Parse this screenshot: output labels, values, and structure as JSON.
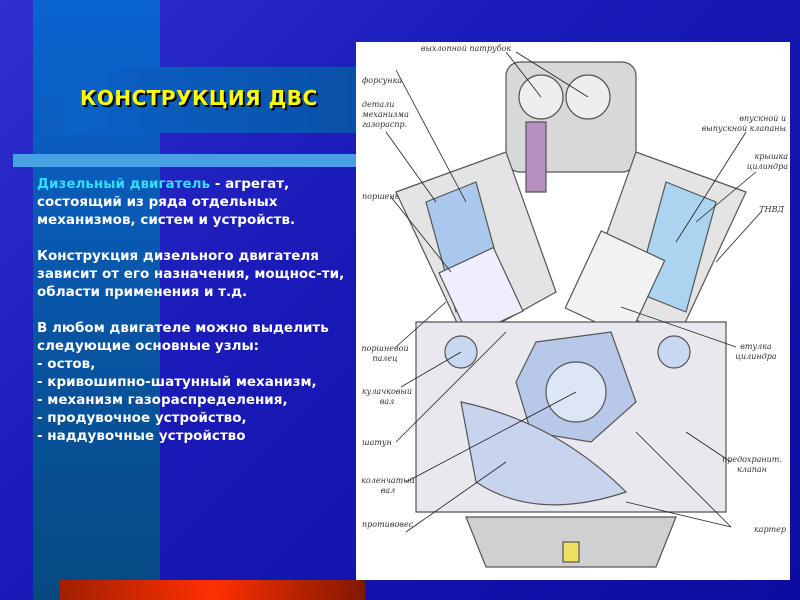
{
  "slide": {
    "title": "КОНСТРУКЦИЯ ДВС",
    "paragraphs": {
      "p1_highlight": "Дизельный двигатель",
      "p1_rest": " - агрегат, состоящий из ряда отдельных механизмов, систем и устройств.",
      "p2": "Конструкция дизельного двигателя зависит от его назначения, мощнос-ти, области применения и т.д.",
      "p3": "В любом двигателе можно выделить следующие основные узлы:",
      "list": [
        "- остов,",
        "- кривошипно-шатунный механизм,",
        "- механизм газораспределения,",
        "- продувочное устройство,",
        "- наддувочные устройство"
      ]
    }
  },
  "figure": {
    "labels": {
      "exhaust": "выхлопной патрубок",
      "injector": "форсунка",
      "valve_parts": "детали механизма газораспр.",
      "piston": "поршень",
      "valves": "впускной и выпускной клапаны",
      "head": "крышка цилиндра",
      "pump": "ТНВД",
      "pin": "поршневой палец",
      "camshaft": "кулачковый вал",
      "rod": "шатун",
      "crankshaft": "коленчатый вал",
      "counterweight": "противовес",
      "liner": "втулка цилиндра",
      "safety_valve": "предохранит. клапан",
      "crankcase": "картер"
    }
  }
}
